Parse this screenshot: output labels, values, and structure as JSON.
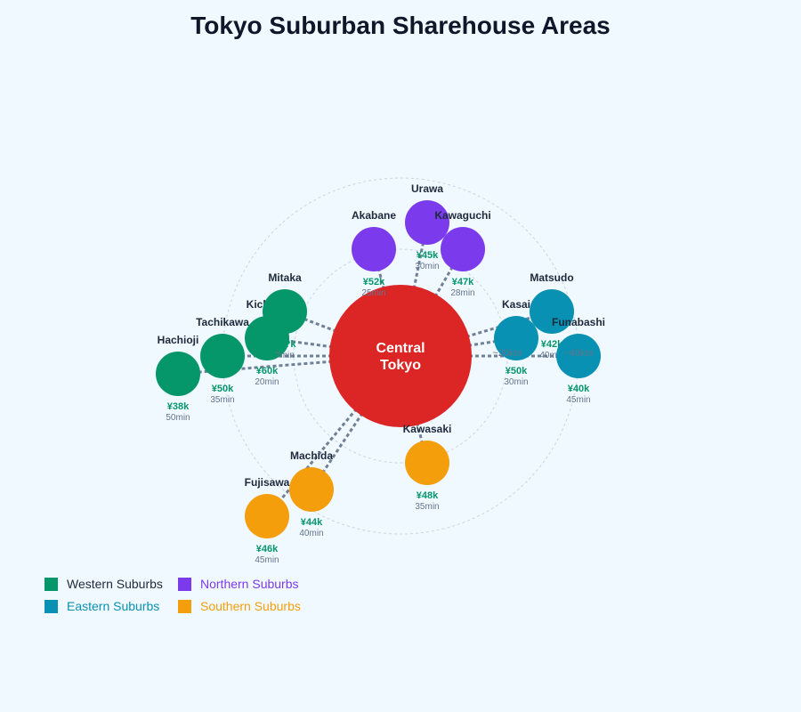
{
  "title": "Tokyo Suburban Sharehouse Areas",
  "colors": {
    "western": "#059669",
    "northern": "#7c3aed",
    "eastern": "#0891b2",
    "southern": "#f59e0b",
    "center": "#dc2626",
    "price": "#059669",
    "connector": "#64748b",
    "ring": "#cbd5e1"
  },
  "center": {
    "line1": "Central",
    "line2": "Tokyo"
  },
  "areas": [
    {
      "name": "Hachioji",
      "region": "western",
      "price": "¥38k",
      "commute": "50min"
    },
    {
      "name": "Tachikawa",
      "region": "western",
      "price": "¥50k",
      "commute": "35min"
    },
    {
      "name": "Kichijoji",
      "region": "western",
      "price": "¥60k",
      "commute": "20min"
    },
    {
      "name": "Mitaka",
      "region": "western",
      "price": "¥5?k",
      "commute": "?min"
    },
    {
      "name": "Akabane",
      "region": "northern",
      "price": "¥52k",
      "commute": "25min"
    },
    {
      "name": "Urawa",
      "region": "northern",
      "price": "¥45k",
      "commute": "30min"
    },
    {
      "name": "Kawaguchi",
      "region": "northern",
      "price": "¥47k",
      "commute": "28min"
    },
    {
      "name": "Matsudo",
      "region": "eastern",
      "price": "¥42k",
      "commute": "40min"
    },
    {
      "name": "Kasai",
      "region": "eastern",
      "price": "¥50k",
      "commute": "30min"
    },
    {
      "name": "Funabashi",
      "region": "eastern",
      "price": "¥40k",
      "commute": "45min"
    },
    {
      "name": "Kawasaki",
      "region": "southern",
      "price": "¥48k",
      "commute": "35min"
    },
    {
      "name": "Machida",
      "region": "southern",
      "price": "¥44k",
      "commute": "40min"
    },
    {
      "name": "Fujisawa",
      "region": "southern",
      "price": "¥46k",
      "commute": "45min"
    }
  ],
  "ring_labels": [
    "~20km",
    "~40km"
  ],
  "legend": [
    {
      "label": "Western Suburbs",
      "region": "western"
    },
    {
      "label": "Northern Suburbs",
      "region": "northern"
    },
    {
      "label": "Eastern Suburbs",
      "region": "eastern"
    },
    {
      "label": "Southern Suburbs",
      "region": "southern"
    }
  ]
}
